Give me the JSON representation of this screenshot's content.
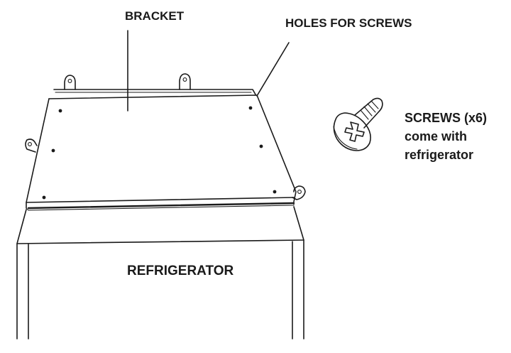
{
  "labels": {
    "bracket": "BRACKET",
    "holes": "HOLES FOR SCREWS",
    "screws_line1": "SCREWS (x6)",
    "screws_line2": "come with",
    "screws_line3": "refrigerator",
    "refrigerator": "REFRIGERATOR"
  },
  "colors": {
    "line": "#1a1a1a",
    "background": "#ffffff"
  },
  "icons": [
    "screw-icon"
  ]
}
